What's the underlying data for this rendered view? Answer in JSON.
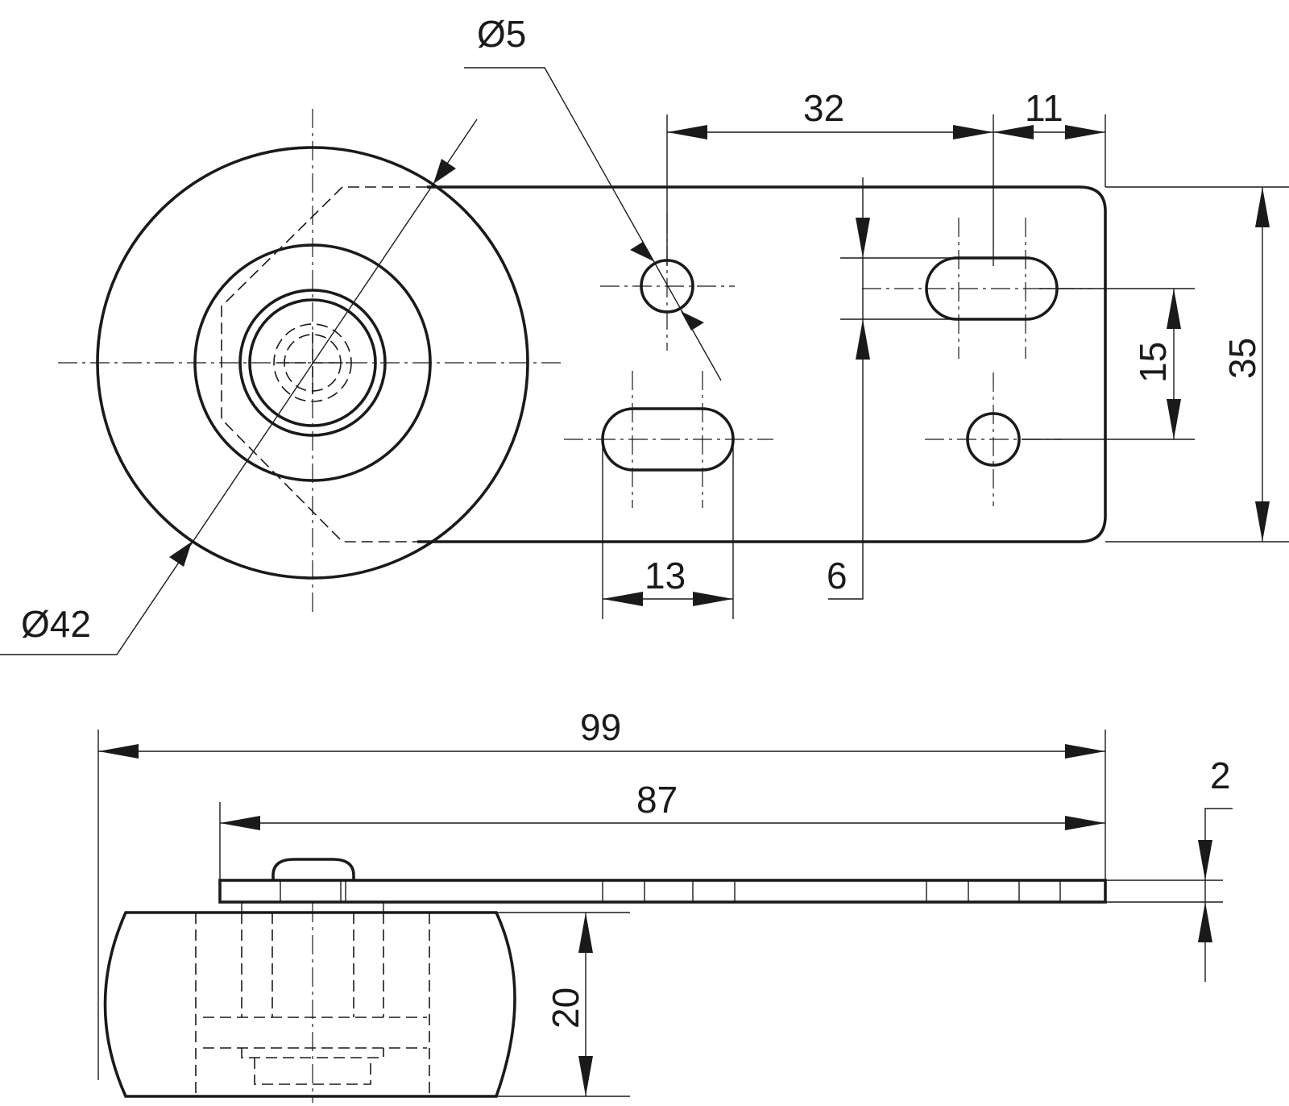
{
  "drawing": {
    "top_view": {
      "wheel_diameter": "Ø42",
      "hole_diameter": "Ø5",
      "hole_spacing": "32",
      "edge_offset": "11",
      "slot_length": "13",
      "slot_width": "6",
      "vertical_pitch": "15",
      "plate_width": "35"
    },
    "side_view": {
      "overall_length": "99",
      "plate_length": "87",
      "plate_thickness": "2",
      "wheel_width": "20"
    }
  }
}
